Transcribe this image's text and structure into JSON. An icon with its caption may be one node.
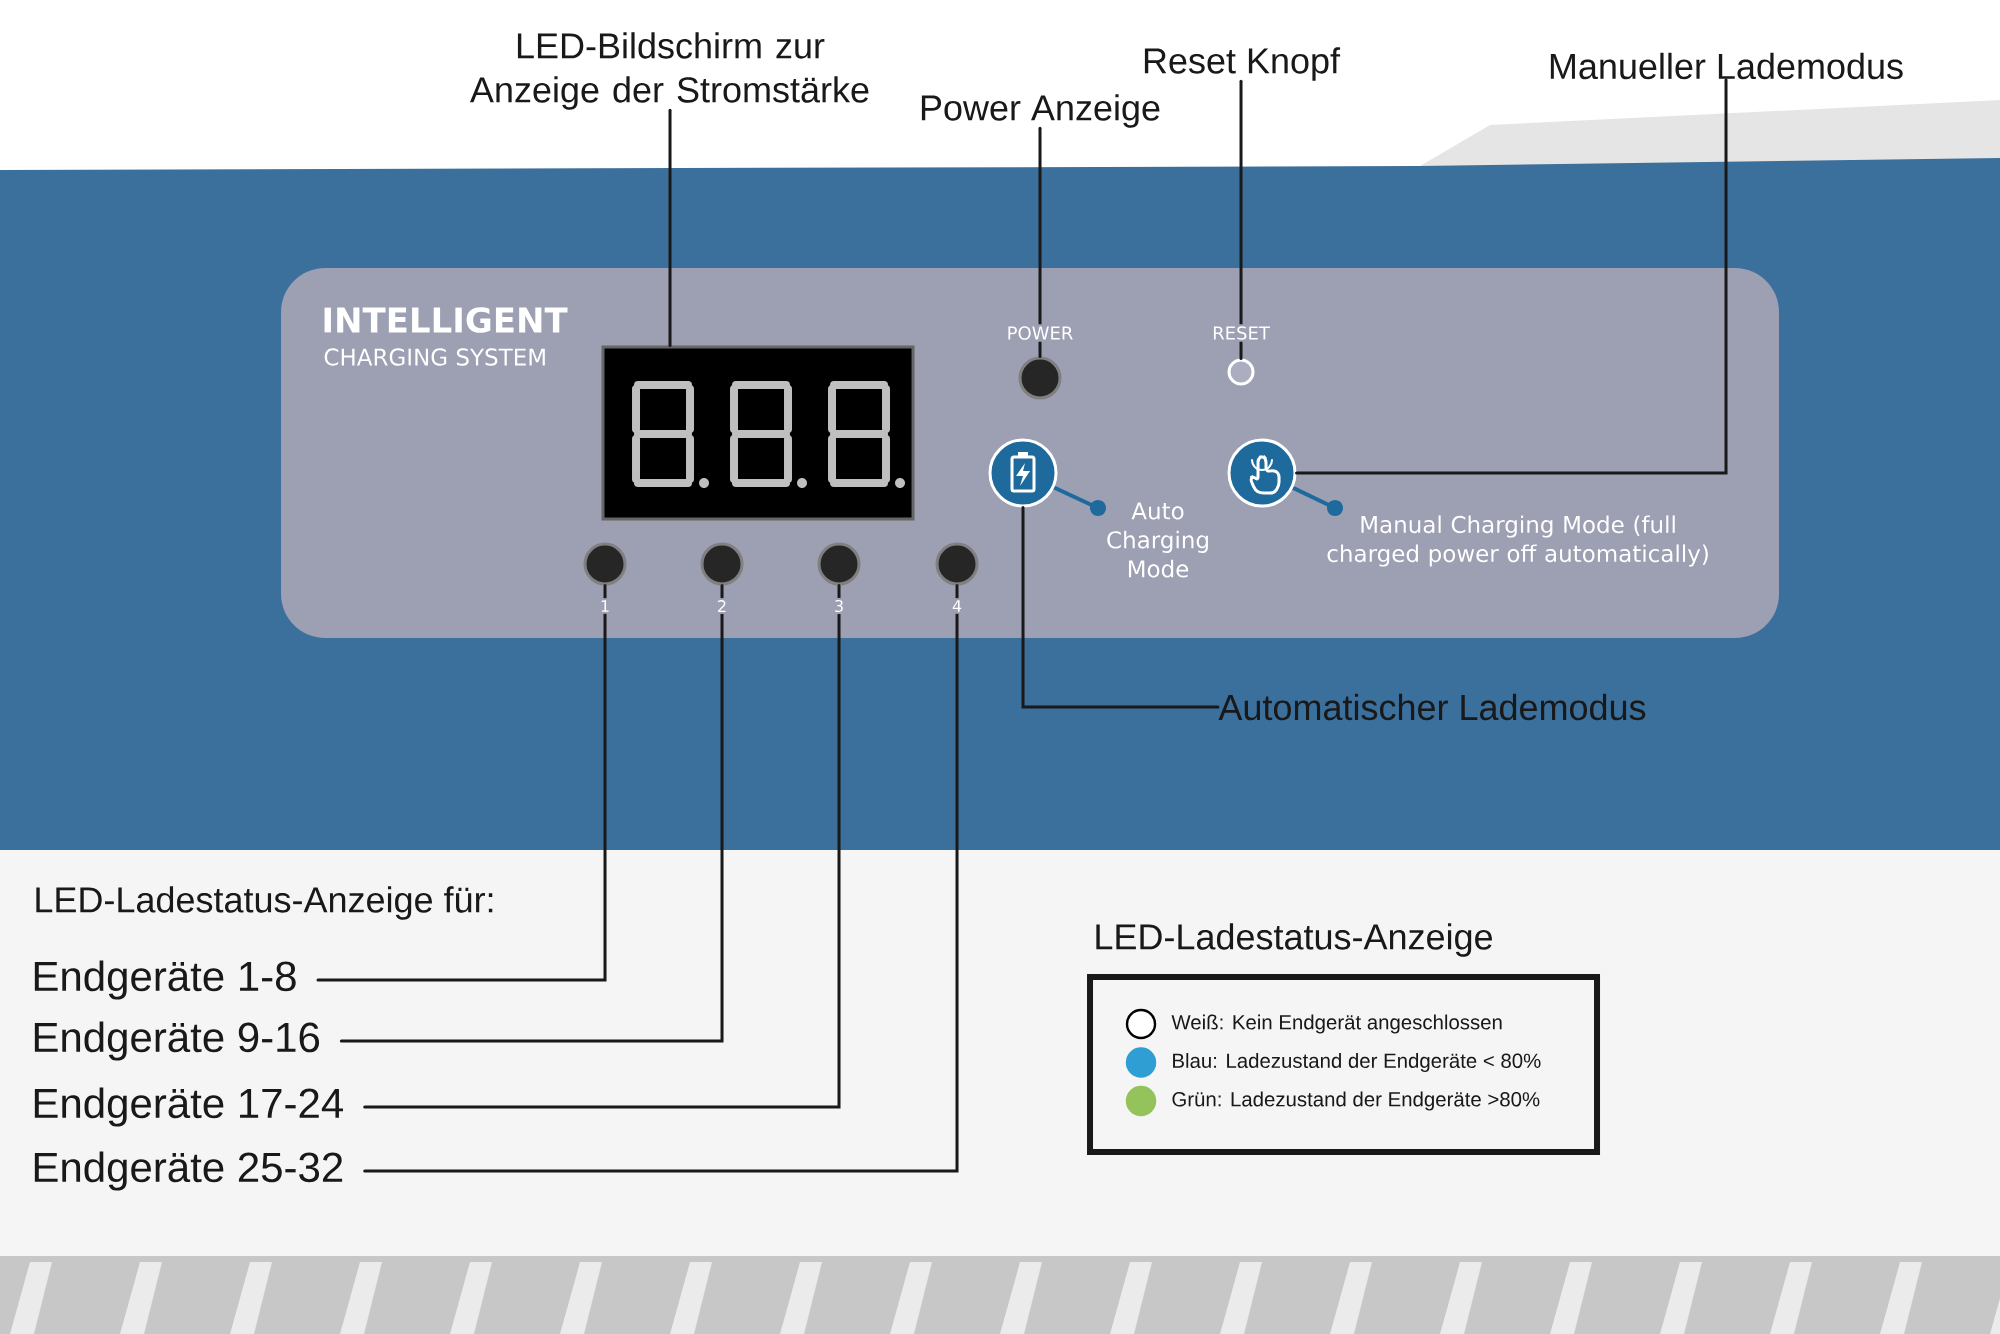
{
  "diagram": {
    "nodes": [
      {
        "text": [
          "LED-Bildschirm zur Anzeige der Stromstärke"
        ]
      },
      {
        "text": [
          "Reset Knopf"
        ]
      },
      {
        "text": [
          "Power Anzeige"
        ]
      },
      {
        "text": [
          "Manueller Lademodus"
        ]
      },
      {
        "text": [
          "Automatischer Lademodus"
        ]
      },
      {
        "text": [
          "Endgeräte 1-8"
        ]
      },
      {
        "text": [
          "Endgeräte 9-16"
        ]
      },
      {
        "text": [
          "Endgeräte 17-24"
        ]
      },
      {
        "text": [
          "Endgeräte 25-32"
        ]
      },
      {
        "text": [],
        "shape": "box"
      },
      {
        "text": [],
        "shape": "circle",
        "beside": [
          "POWER"
        ]
      },
      {
        "text": [],
        "shape": "circle",
        "beside": [
          "RESET"
        ]
      },
      {
        "text": [],
        "shape": "circle",
        "beside": [
          "Manual Charging Mode (full charged power off automatically)"
        ]
      },
      {
        "text": [],
        "shape": "circle"
      },
      {
        "text": [],
        "shape": "circle",
        "beside": [
          "1"
        ]
      },
      {
        "text": [],
        "shape": "circle",
        "beside": [
          "2"
        ]
      },
      {
        "text": [],
        "shape": "circle",
        "beside": [
          "3"
        ]
      },
      {
        "text": [],
        "shape": "circle",
        "beside": [
          "4"
        ]
      }
    ],
    "edges": [
      {
        "from": 0,
        "to": 9,
        "arrow": "none"
      },
      {
        "from": 1,
        "to": 11,
        "arrow": "none"
      },
      {
        "from": 2,
        "to": 10,
        "arrow": "none"
      },
      {
        "from": 3,
        "to": 12,
        "arrow": "none"
      },
      {
        "from": 4,
        "to": 13,
        "arrow": "none"
      },
      {
        "from": 5,
        "to": 14,
        "arrow": "none"
      },
      {
        "from": 6,
        "to": 15,
        "arrow": "none"
      },
      {
        "from": 7,
        "to": 16,
        "arrow": "none"
      },
      {
        "from": 8,
        "to": 17,
        "arrow": "none"
      }
    ],
    "labels": [
      "INTELLIGENT",
      "CHARGING SYSTEM",
      "Auto Charging Mode",
      "LED-Ladestatus-Anzeige für:",
      "LED-Ladestatus-Anzeige"
    ],
    "legend": [
      {
        "text": "Weiß: Kein Endgerät angeschlossen",
        "color": "#ffffff"
      },
      {
        "text": "Blau: Ladezustand der Endgeräte < 80%",
        "color": "#2f9fd3"
      },
      {
        "text": "Grün: Ladezustand der Endgeräte >80%",
        "color": "#93c35a"
      }
    ]
  }
}
